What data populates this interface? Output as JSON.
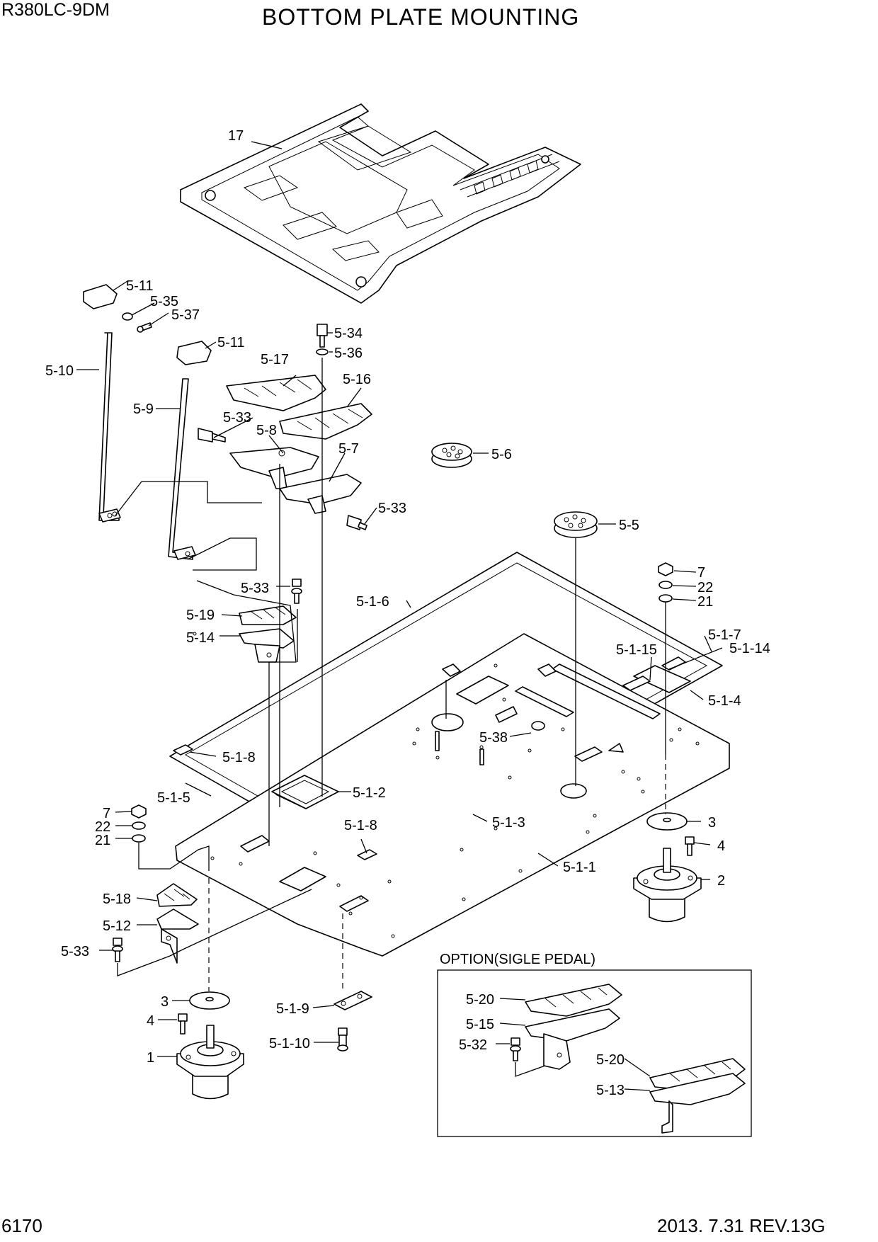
{
  "header": {
    "model": "R380LC-9DM",
    "title": "BOTTOM PLATE MOUNTING"
  },
  "footer": {
    "page_number": "6170",
    "revision": "2013. 7.31  REV.13G"
  },
  "option_box": {
    "title": "OPTION(SIGLE PEDAL)"
  },
  "callouts": [
    "17",
    "5-11",
    "5-35",
    "5-37",
    "5-11",
    "5-10",
    "5-9",
    "5-34",
    "5-36",
    "5-17",
    "5-16",
    "5-33",
    "5-8",
    "5-7",
    "5-33",
    "5-6",
    "5-5",
    "5-33",
    "5-19",
    "5-14",
    "5-1-6",
    "7",
    "22",
    "21",
    "5-1-15",
    "5-1-7",
    "5-1-14",
    "5-1-4",
    "5-38",
    "5-1-8",
    "5-1-5",
    "5-1-2",
    "7",
    "22",
    "21",
    "5-1-8",
    "5-1-3",
    "3",
    "4",
    "2",
    "5-1-1",
    "5-18",
    "5-12",
    "5-33",
    "3",
    "5-1-9",
    "4",
    "1",
    "5-1-10",
    "5-20",
    "5-15",
    "5-32",
    "5-20",
    "5-13"
  ]
}
